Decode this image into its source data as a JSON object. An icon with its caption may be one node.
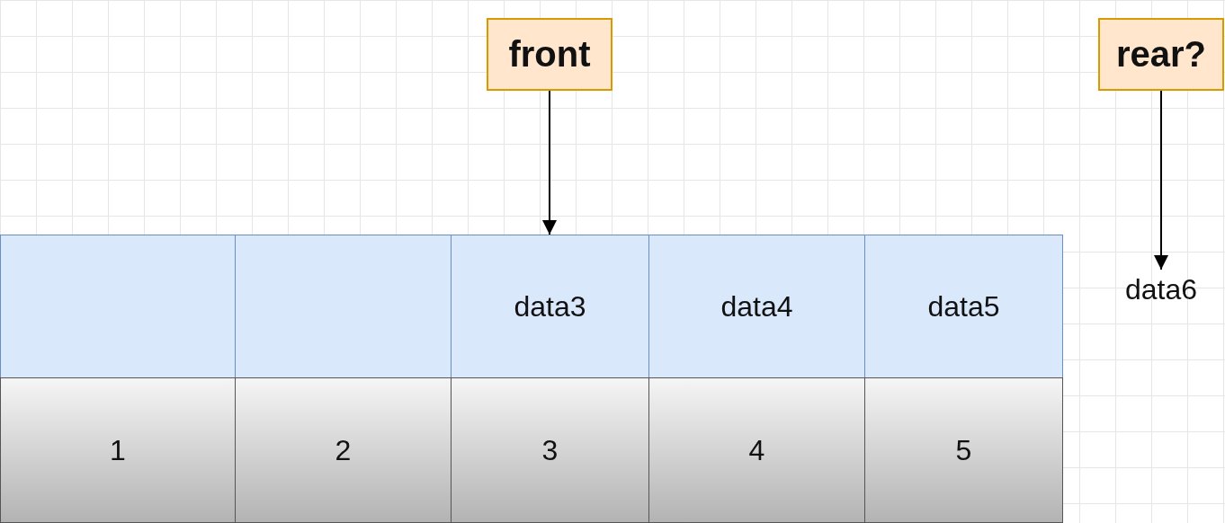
{
  "diagram": {
    "nodes": [
      {
        "text": [
          "front"
        ]
      },
      {
        "text": [
          "rear?"
        ]
      },
      {
        "text": [],
        "shape": "box"
      },
      {
        "text": [],
        "shape": "box"
      },
      {
        "text": [
          "data3"
        ]
      },
      {
        "text": [
          "data4"
        ]
      },
      {
        "text": [
          "data5"
        ]
      },
      {
        "text": [
          "data6"
        ]
      },
      {
        "text": [
          "1"
        ]
      },
      {
        "text": [
          "2"
        ]
      },
      {
        "text": [
          "3"
        ]
      },
      {
        "text": [
          "4"
        ]
      },
      {
        "text": [
          "5"
        ]
      }
    ],
    "edges": [
      {
        "from": 0,
        "to": 4,
        "arrow": "to"
      },
      {
        "from": 1,
        "to": 7,
        "arrow": "to"
      }
    ]
  }
}
